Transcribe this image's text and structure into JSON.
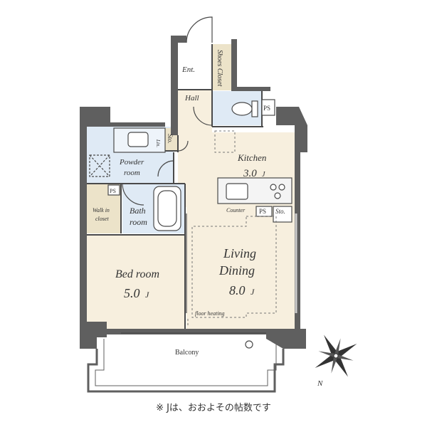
{
  "rooms": {
    "entrance": "Ent.",
    "shoes_closet": "Shoes Closet",
    "hall": "Hall",
    "ps_toilet": "PS",
    "storage_left": "Sto.",
    "linen": "Lin.",
    "powder_room_line1": "Powder",
    "powder_room_line2": "room",
    "kitchen_name": "Kitchen",
    "kitchen_size": "3.0",
    "ps_walkin": "PS",
    "walkin_line1": "Walk in",
    "walkin_line2": "closet",
    "bath_line1": "Bath",
    "bath_line2": "room",
    "counter": "Counter",
    "ps_kitchen": "PS",
    "storage_kitchen": "Sto.",
    "living_line1": "Living",
    "living_line2": "Dining",
    "living_size": "8.0",
    "bedroom_name": "Bed room",
    "bedroom_size": "5.0",
    "floor_heating": "floor heating",
    "balcony": "Balcony",
    "unit_mark": "J"
  },
  "compass": {
    "north_label": "N"
  },
  "note": "※ Jは、おおよその帖数です",
  "colors": {
    "wall": "#5f5f5f",
    "living": "#f7efde",
    "wet": "#dfeaf5",
    "closet": "#ece3c9",
    "outline": "#4a4a4a"
  }
}
